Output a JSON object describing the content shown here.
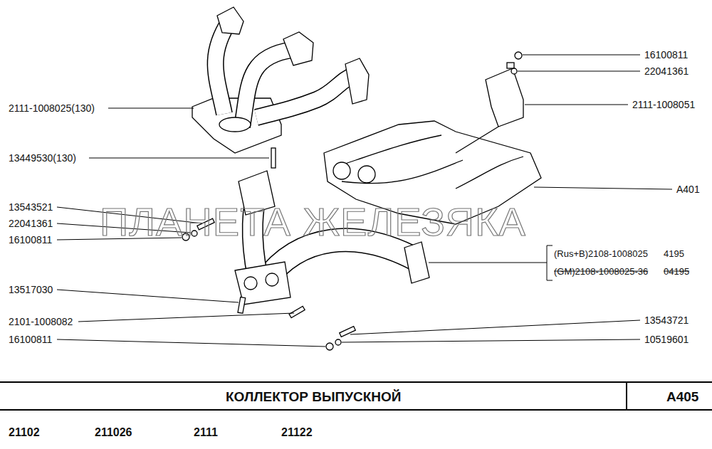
{
  "diagram": {
    "title": "КОЛЛЕКТОР ВЫПУСКНОЙ",
    "labels": [
      "2111-1008025(130)",
      "13449530(130)",
      "13543521",
      "22041361",
      "16100811",
      "13517030",
      "2101-1008082",
      "16100811",
      "16100811",
      "22041361",
      "2111-1008051",
      "A401",
      "(Rus+B)2108-1008025",
      "4195",
      "(GM)2108-1008025-36",
      "04195",
      "13543721",
      "10519601",
      "ПЛАНЕТА ЖЕЛЕЗЯКА",
      "A405",
      "21102",
      "211026",
      "2111",
      "21122"
    ]
  }
}
